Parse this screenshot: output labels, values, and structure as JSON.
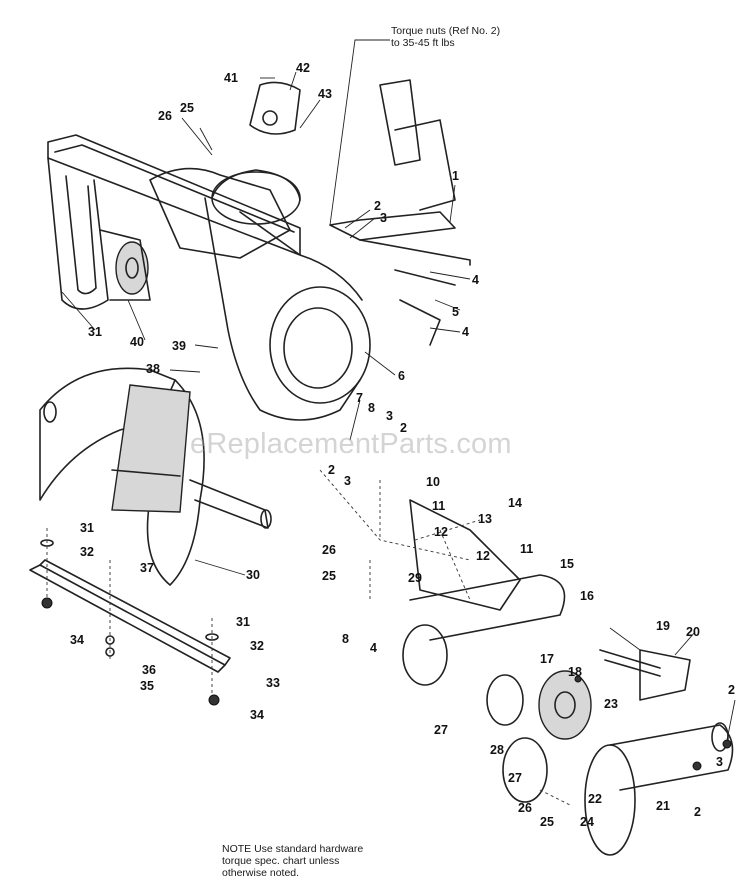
{
  "notes": {
    "torque_line1": "Torque nuts (Ref  No. 2)",
    "torque_line2": "to 35-45 ft  lbs",
    "note_line1": "NOTE  Use standard hardware",
    "note_line2": "torque spec. chart unless",
    "note_line3": "otherwise noted."
  },
  "watermark": "eReplacementParts.com",
  "callouts": [
    "41",
    "42",
    "43",
    "26",
    "25",
    "1",
    "2",
    "3",
    "4",
    "5",
    "4",
    "6",
    "31",
    "40",
    "39",
    "38",
    "7",
    "8",
    "3",
    "2",
    "2",
    "3",
    "10",
    "14",
    "11",
    "13",
    "12",
    "12",
    "11",
    "26",
    "25",
    "29",
    "15",
    "16",
    "31",
    "32",
    "37",
    "30",
    "8",
    "4",
    "19",
    "20",
    "31",
    "32",
    "34",
    "36",
    "35",
    "33",
    "17",
    "18",
    "23",
    "34",
    "27",
    "28",
    "27",
    "2",
    "22",
    "3",
    "21",
    "26",
    "25",
    "24",
    "2"
  ]
}
